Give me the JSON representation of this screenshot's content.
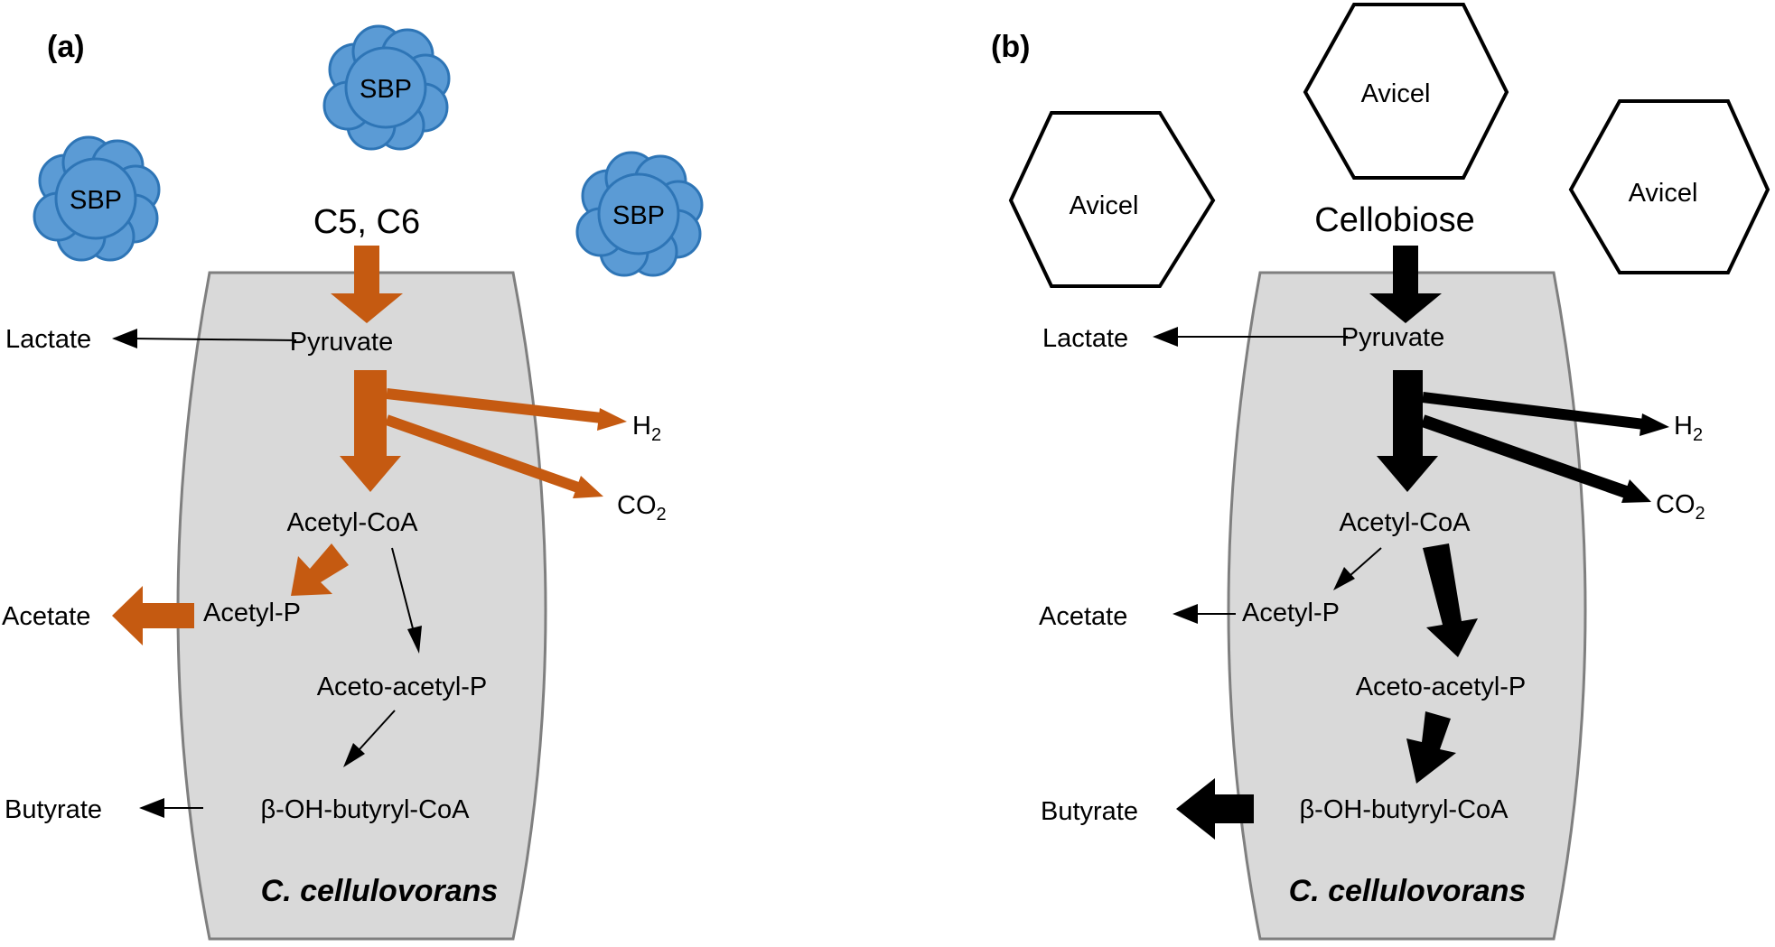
{
  "colors": {
    "orange": "#C55A11",
    "black": "#000000",
    "cell_fill": "#D9D9D9",
    "cell_stroke": "#7F7F7F",
    "sbp_fill": "#5B9BD5",
    "sbp_stroke": "#2E75B6"
  },
  "icons": {
    "sbp": "cloud-shape",
    "avicel": "hexagon-shape"
  },
  "panel_a": {
    "label": "(a)",
    "sbp_labels": [
      "SBP",
      "SBP",
      "SBP"
    ],
    "substrate": "C5, C6",
    "pyruvate": "Pyruvate",
    "lactate": "Lactate",
    "h2": "H",
    "h2_sub": "2",
    "co2": "CO",
    "co2_sub": "2",
    "acetyl_coa": "Acetyl-CoA",
    "acetyl_p": "Acetyl-P",
    "acetate": "Acetate",
    "acetoacetyl_p": "Aceto-acetyl-P",
    "oh_butyryl_coa": "β-OH-butyryl-CoA",
    "butyrate": "Butyrate",
    "organism": "C. cellulovorans"
  },
  "panel_b": {
    "label": "(b)",
    "avicel_labels": [
      "Avicel",
      "Avicel",
      "Avicel"
    ],
    "substrate": "Cellobiose",
    "pyruvate": "Pyruvate",
    "lactate": "Lactate",
    "h2": "H",
    "h2_sub": "2",
    "co2": "CO",
    "co2_sub": "2",
    "acetyl_coa": "Acetyl-CoA",
    "acetyl_p": "Acetyl-P",
    "acetate": "Acetate",
    "acetoacetyl_p": "Aceto-acetyl-P",
    "oh_butyryl_coa": "β-OH-butyryl-CoA",
    "butyrate": "Butyrate",
    "organism": "C. cellulovorans"
  }
}
